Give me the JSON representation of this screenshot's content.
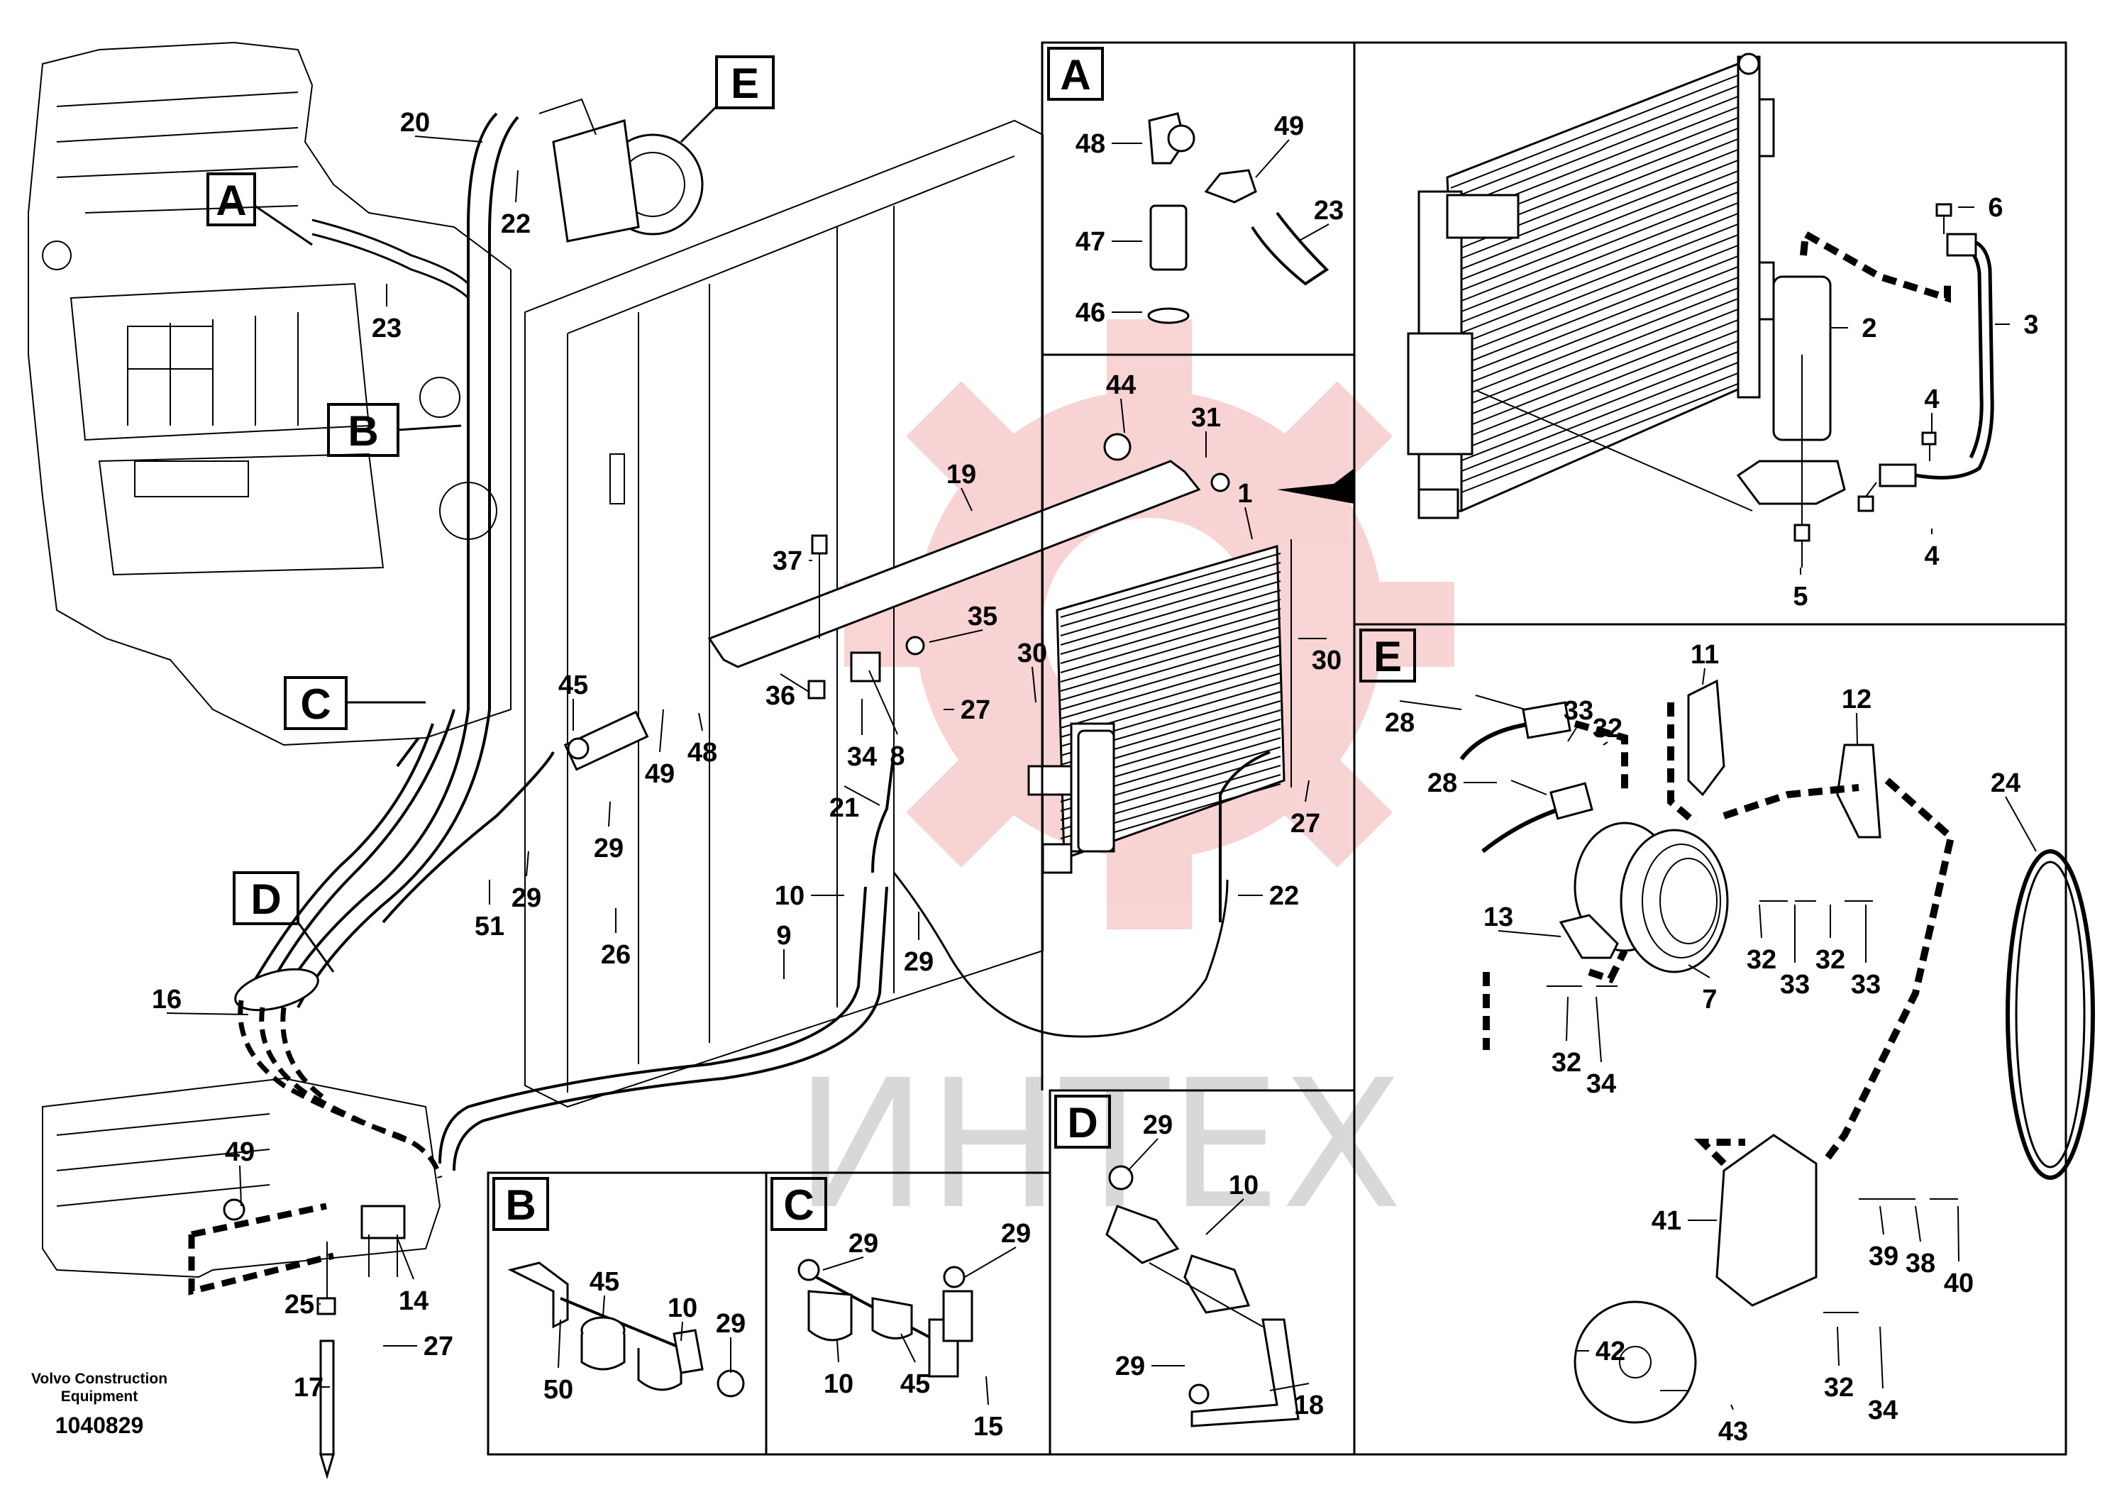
{
  "footer": {
    "publisher_line1": "Volvo Construction",
    "publisher_line2": "Equipment",
    "drawing_number": "1040829"
  },
  "watermark": {
    "text": "ИНТЕХ",
    "color": "#e03a3a"
  },
  "callouts": {
    "main": [
      "1",
      "19",
      "44",
      "31",
      "37",
      "35",
      "36",
      "34",
      "8",
      "27",
      "30",
      "30",
      "27",
      "22",
      "21",
      "10",
      "29",
      "9",
      "26",
      "45",
      "49",
      "48",
      "29",
      "51",
      "29",
      "20",
      "22",
      "23",
      "16",
      "49",
      "25",
      "17",
      "14",
      "27"
    ],
    "detail_a": [
      "48",
      "47",
      "46",
      "49",
      "23"
    ],
    "detail_1": [
      "6",
      "2",
      "3",
      "4",
      "4",
      "5"
    ],
    "detail_e": [
      "28",
      "28",
      "33",
      "32",
      "11",
      "12",
      "24",
      "13",
      "7",
      "32",
      "33",
      "32",
      "33",
      "32",
      "34",
      "41",
      "39",
      "38",
      "40",
      "42",
      "43",
      "32",
      "34"
    ],
    "detail_b": [
      "45",
      "10",
      "29",
      "50"
    ],
    "detail_c": [
      "29",
      "29",
      "10",
      "45",
      "15"
    ],
    "detail_d": [
      "29",
      "10",
      "29",
      "18"
    ]
  },
  "view_markers": {
    "main_A": "A",
    "main_B": "B",
    "main_C": "C",
    "main_D": "D",
    "main_E": "E",
    "panel_A": "A",
    "panel_B": "B",
    "panel_C": "C",
    "panel_D": "D",
    "panel_E": "E"
  }
}
